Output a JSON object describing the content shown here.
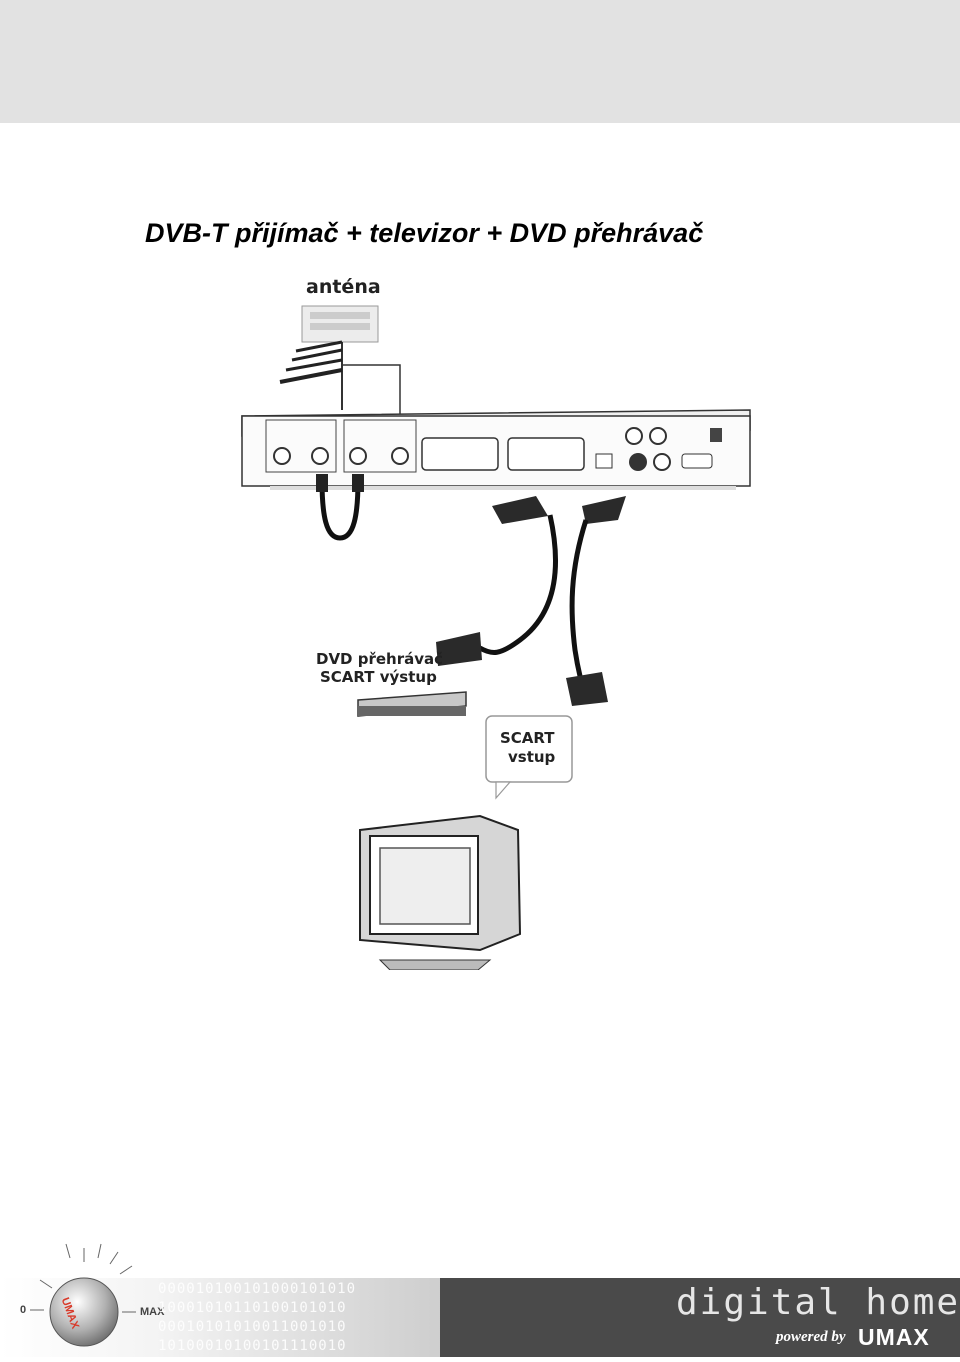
{
  "page": {
    "title": "DVB-T přijímač + televizor + DVD přehrávač"
  },
  "diagram": {
    "antenna_label": "anténa",
    "dvd_label_line1": "DVD přehrávač",
    "dvd_label_line2": "SCART výstup",
    "tv_bubble_line1": "SCART",
    "tv_bubble_line2": "vstup"
  },
  "footer": {
    "knob_min": "0",
    "knob_brand": "UMAX",
    "knob_max": "MAX",
    "binary_rows": [
      "000010100101000101010",
      "10001010110100101010",
      "00010101010011001010",
      "10100010100101110010"
    ],
    "logo_text": "digital home",
    "powered_by": "powered by",
    "brand": "UMAX"
  },
  "colors": {
    "top_band": "#e2e2e2",
    "footer_band": "#c9c9c9",
    "logo_bg": "#4a4a4a",
    "knob_red": "#d83a2a"
  }
}
